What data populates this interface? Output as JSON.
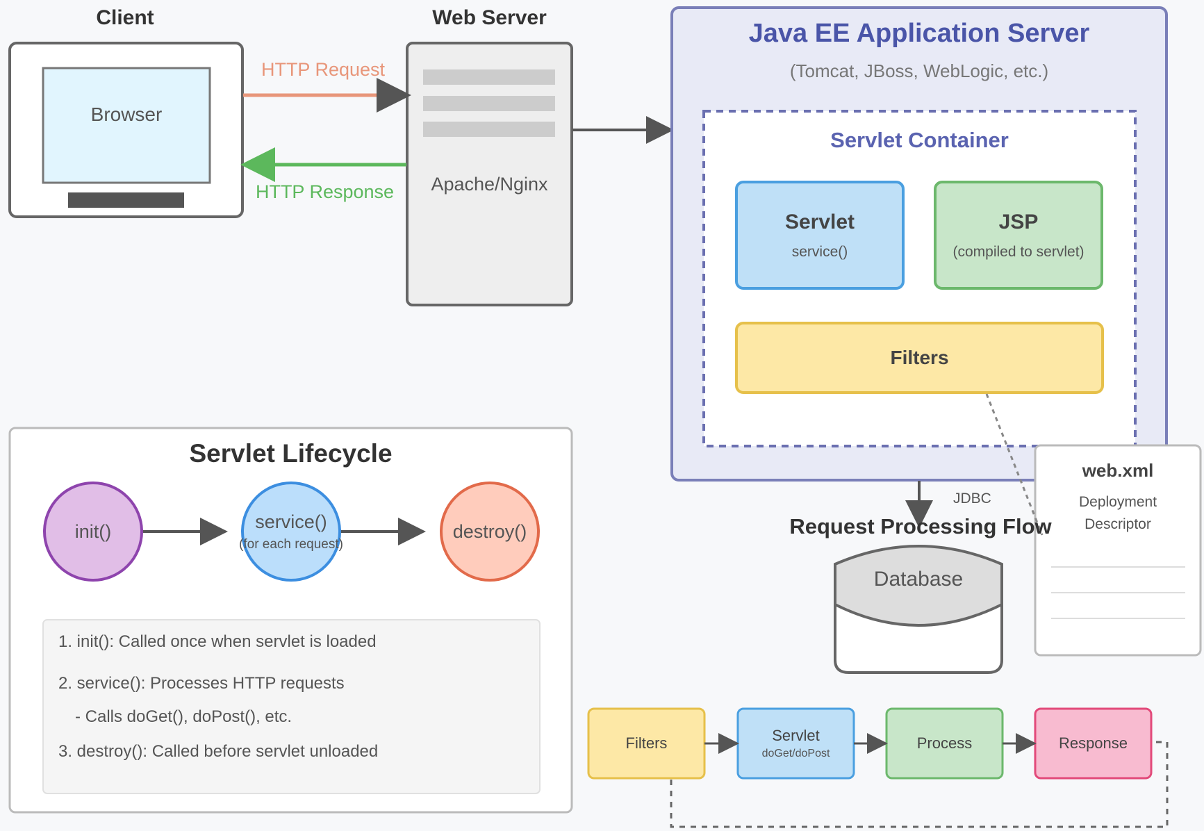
{
  "client": {
    "title": "Client",
    "browser_label": "Browser"
  },
  "webserver": {
    "title": "Web Server",
    "label": "Apache/Nginx"
  },
  "http": {
    "request": "HTTP Request",
    "response": "HTTP Response"
  },
  "appserver": {
    "title": "Java EE Application Server",
    "subtitle": "(Tomcat, JBoss, WebLogic, etc.)",
    "container": {
      "title": "Servlet Container",
      "servlet": {
        "title": "Servlet",
        "sub": "service()"
      },
      "jsp": {
        "title": "JSP",
        "sub": "(compiled to servlet)"
      },
      "filters": "Filters"
    }
  },
  "jdbc": "JDBC",
  "database": "Database",
  "webxml": {
    "title": "web.xml",
    "line1": "Deployment",
    "line2": "Descriptor"
  },
  "flow": {
    "title": "Request Processing Flow",
    "steps": [
      {
        "title": "Filters",
        "sub": ""
      },
      {
        "title": "Servlet",
        "sub": "doGet/doPost"
      },
      {
        "title": "Process",
        "sub": ""
      },
      {
        "title": "Response",
        "sub": ""
      }
    ]
  },
  "lifecycle": {
    "title": "Servlet Lifecycle",
    "init": "init()",
    "service": "service()",
    "service_sub": "(for each request)",
    "destroy": "destroy()",
    "notes": [
      "1. init(): Called once when servlet is loaded",
      "2. service(): Processes HTTP requests",
      "- Calls doGet(), doPost(), etc.",
      "3. destroy(): Called before servlet unloaded"
    ]
  },
  "colors": {
    "request_arrow": "#e8967a",
    "response_arrow": "#5cb85c",
    "app_border": "#7a7fb8",
    "servlet_fill": "#bfe0f7",
    "jsp_fill": "#c8e6c9",
    "filters_fill": "#fde8a6",
    "response_fill": "#f8bbd0"
  }
}
